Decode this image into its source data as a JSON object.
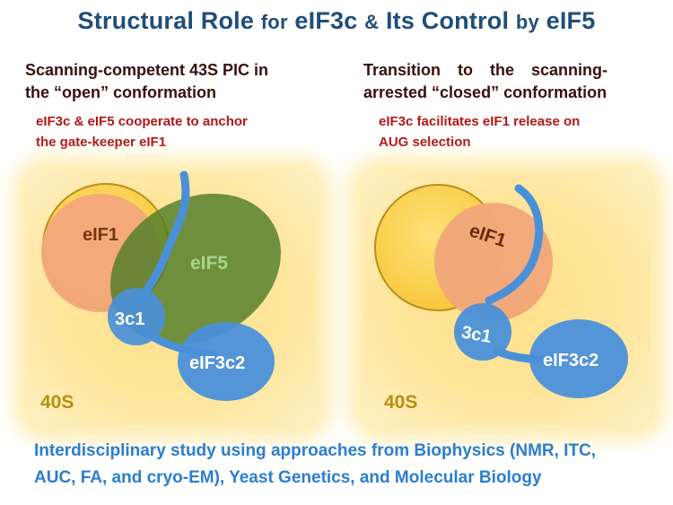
{
  "title": {
    "part1": "Structural Role",
    "part2": "for",
    "part3": "eIF3c",
    "part4": "&",
    "part5": "Its Control",
    "part6": "by",
    "part7": "eIF5"
  },
  "left": {
    "heading_line1": "Scanning-competent 43S PIC in",
    "heading_line2": "the “open” conformation",
    "sub_line1": "eIF3c & eIF5 cooperate to anchor",
    "sub_line2": "the gate-keeper eIF1",
    "labels": {
      "eif1": "eIF1",
      "eif5": "eIF5",
      "c1": "3c1",
      "c2": "eIF3c2",
      "s40": "40S"
    }
  },
  "right": {
    "heading_line1": "Transition to the scanning-",
    "heading_line2": "arrested “closed” conformation",
    "sub_line1": "eIF3c facilitates eIF1 release on",
    "sub_line2": "AUG selection",
    "labels": {
      "eif1": "eIF1",
      "c1": "3c1",
      "c2": "eIF3c2",
      "s40": "40S"
    }
  },
  "footer": {
    "line1": "Interdisciplinary study using approaches from Biophysics (NMR, ITC,",
    "line2": "AUC, FA, and cryo-EM),  Yeast Genetics, and Molecular Biology"
  },
  "colors": {
    "title": "#1f4e79",
    "heading": "#3a0f0f",
    "subheading": "#b01818",
    "ribosome_40s": "#ffe08a",
    "eif1": "#f2a77a",
    "eif5": "#4f7d2a",
    "eif3c": "#4a90d9",
    "footer": "#2a7ed1"
  }
}
